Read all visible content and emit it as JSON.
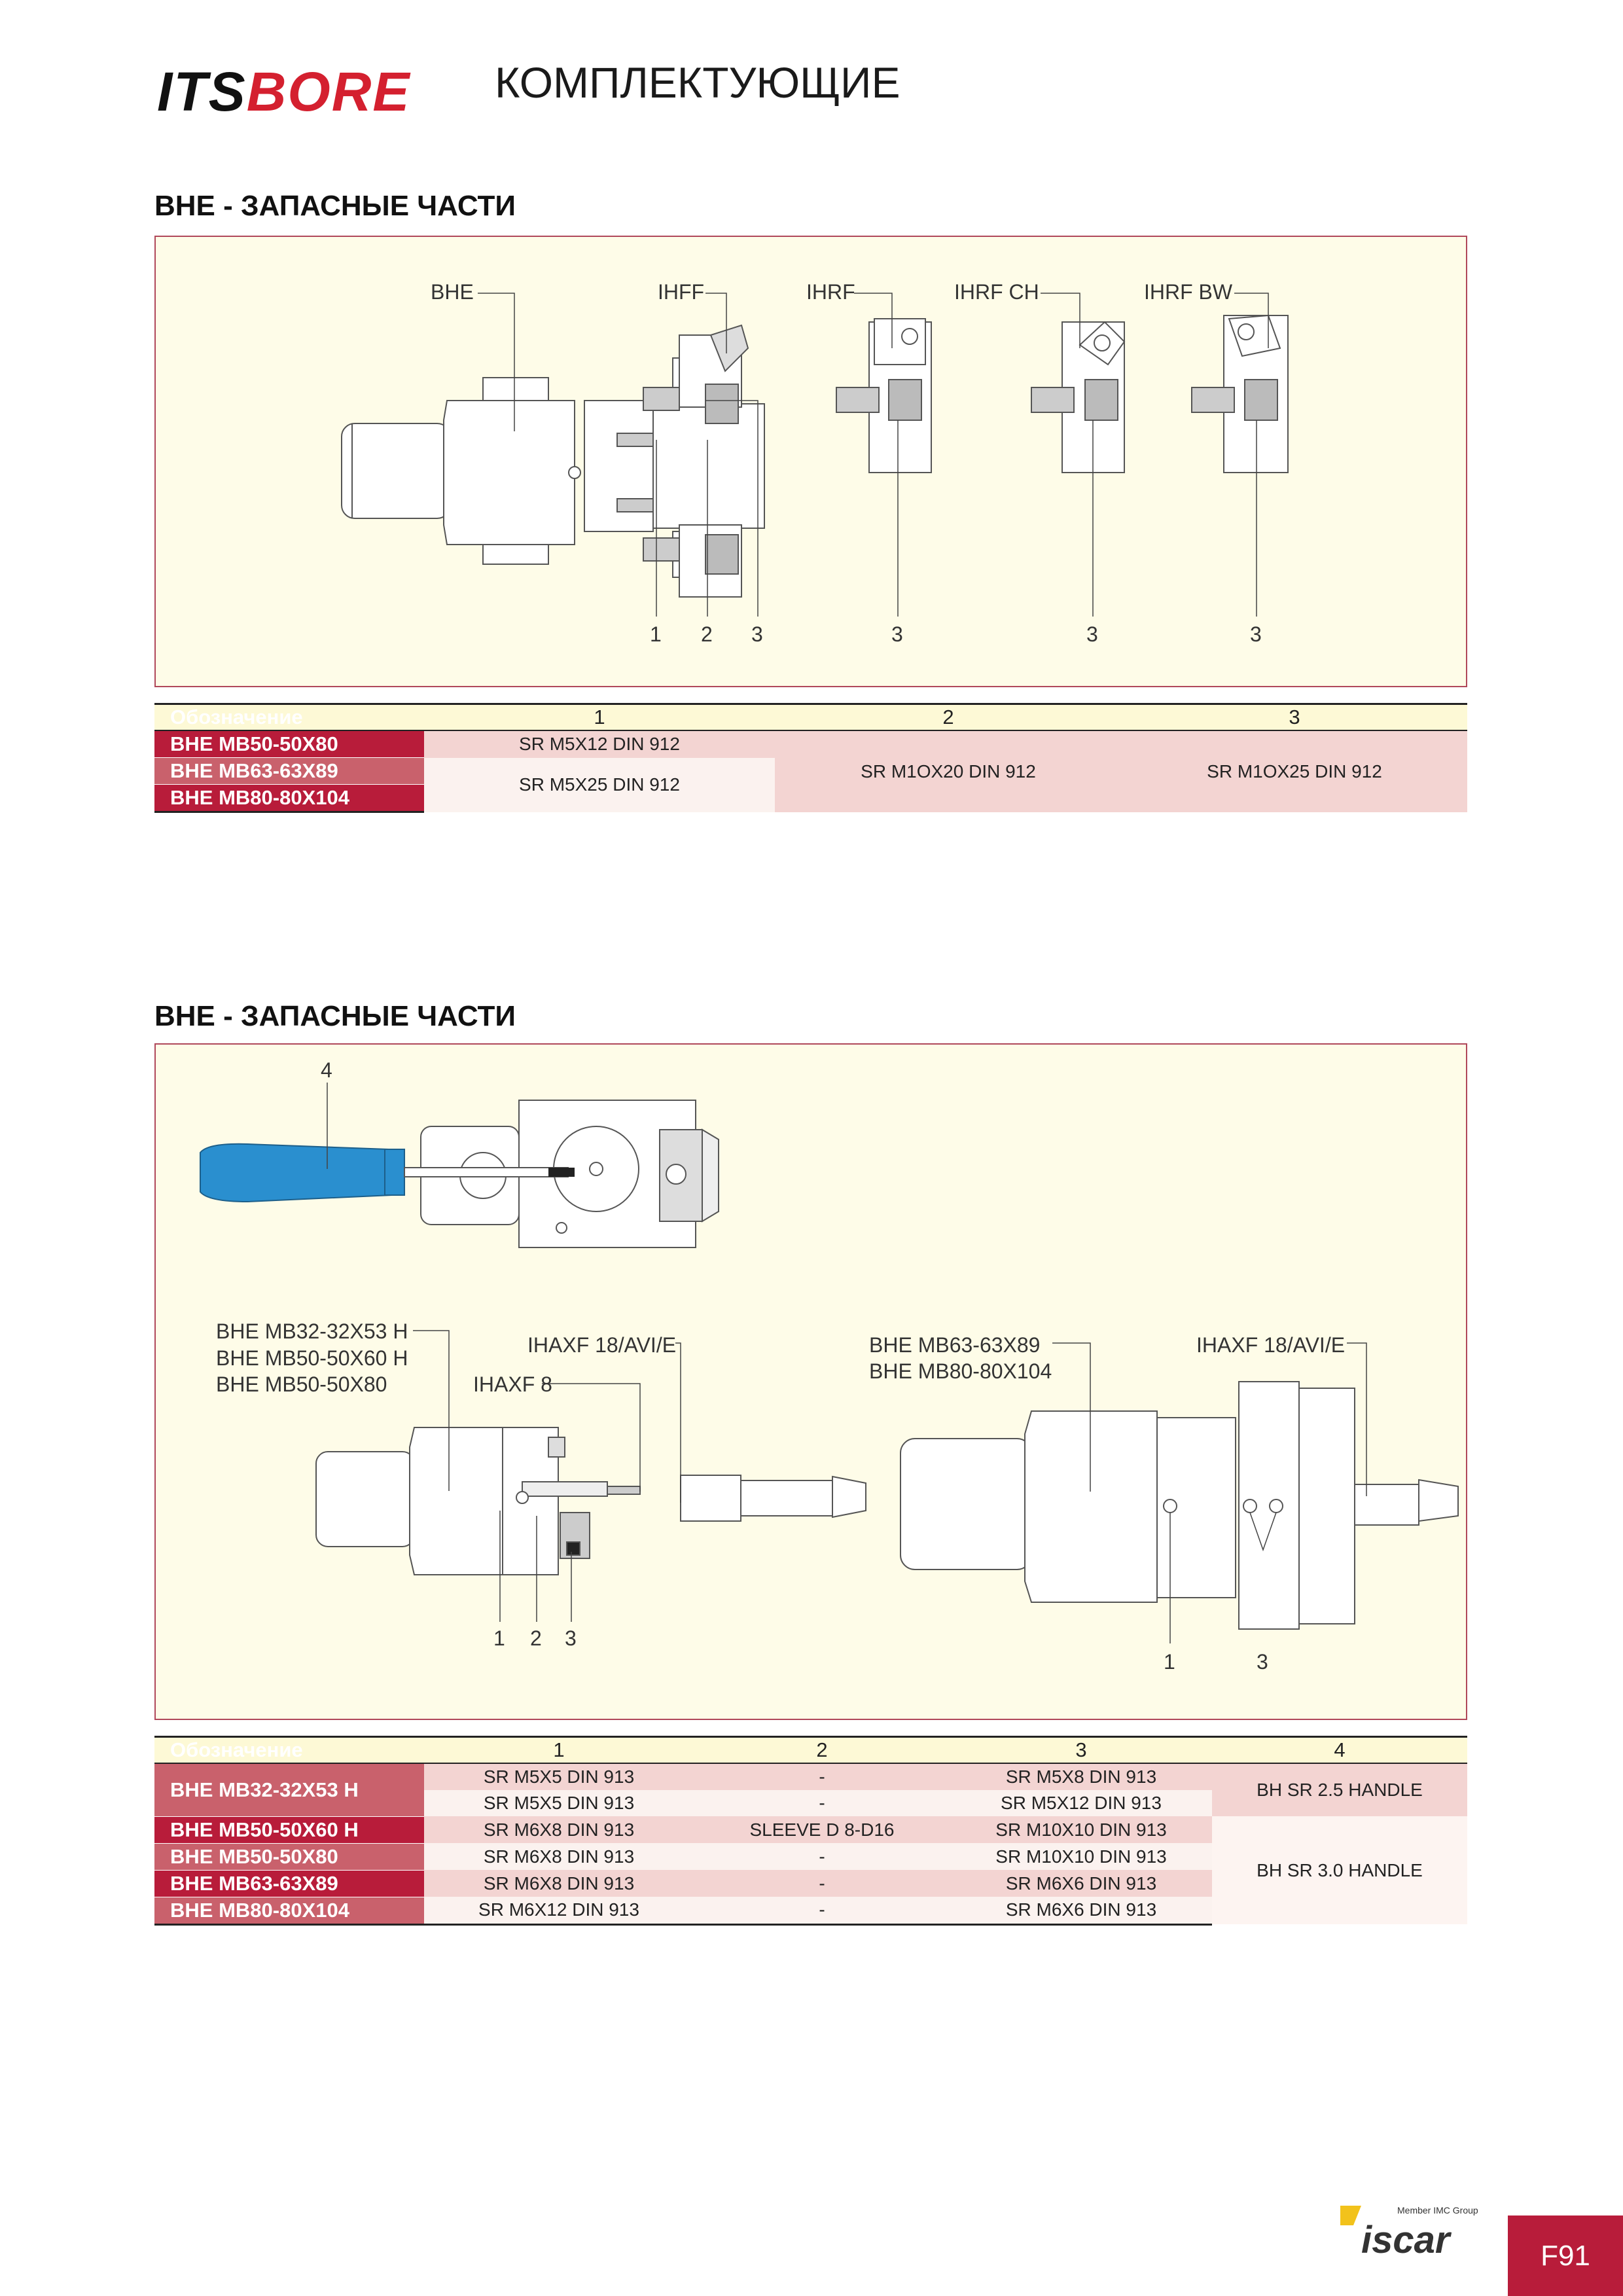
{
  "header": {
    "logo_its": "ITS",
    "logo_bore": "BORE",
    "title": "КОМПЛЕКТУЮЩИЕ"
  },
  "section1": {
    "title": "BHE - ЗАПАСНЫЕ ЧАСТИ",
    "labels": {
      "bhe": "BHE",
      "ihff": "IHFF",
      "ihrf": "IHRF",
      "ihrf_ch": "IHRF CH",
      "ihrf_bw": "IHRF BW",
      "n1": "1",
      "n2": "2",
      "n3": "3"
    },
    "table": {
      "head": [
        "Обозначение",
        "1",
        "2",
        "3"
      ],
      "rows": [
        {
          "name": "BHE MB50-50X80",
          "c1": "SR M5X12 DIN 912"
        },
        {
          "name": "BHE MB63-63X89",
          "c1": "SR M5X25 DIN 912",
          "c2": "SR M1OX20 DIN 912",
          "c3": "SR M1OX25 DIN 912"
        },
        {
          "name": "BHE MB80-80X104"
        }
      ]
    }
  },
  "section2": {
    "title": "BHE - ЗАПАСНЫЕ ЧАСТИ",
    "labels": {
      "n4": "4",
      "bhe_small_1": "BHE MB32-32X53 H",
      "bhe_small_2": "BHE MB50-50X60 H",
      "bhe_small_3": "BHE MB50-50X80",
      "ihaxf_a": "IHAXF 18/AVI/E",
      "ihaxf8": "IHAXF 8",
      "bhe_large_1": "BHE MB63-63X89",
      "bhe_large_2": "BHE MB80-80X104",
      "ihaxf_b": "IHAXF 18/AVI/E",
      "n1": "1",
      "n2": "2",
      "n3": "3"
    },
    "table": {
      "head": [
        "Обозначение",
        "1",
        "2",
        "3",
        "4"
      ],
      "rows": [
        {
          "name": "BHE MB32-32X53 H",
          "sub": [
            {
              "c1": "SR M5X5 DIN 913",
              "c2": "-",
              "c3": "SR M5X8 DIN 913"
            },
            {
              "c1": "SR M5X5 DIN 913",
              "c2": "-",
              "c3": "SR M5X12 DIN 913"
            }
          ],
          "c4": "BH SR 2.5 HANDLE"
        },
        {
          "name": "BHE MB50-50X60 H",
          "c1": "SR M6X8 DIN 913",
          "c2": "SLEEVE D 8-D16",
          "c3": "SR M10X10 DIN 913"
        },
        {
          "name": "BHE MB50-50X80",
          "c1": "SR M6X8 DIN 913",
          "c2": "-",
          "c3": "SR M10X10 DIN 913",
          "c4": "BH SR 3.0 HANDLE"
        },
        {
          "name": "BHE MB63-63X89",
          "c1": "SR M6X8 DIN 913",
          "c2": "-",
          "c3": "SR M6X6 DIN 913"
        },
        {
          "name": "BHE MB80-80X104",
          "c1": "SR M6X12 DIN 913",
          "c2": "-",
          "c3": "SR M6X6 DIN 913"
        }
      ]
    }
  },
  "footer": {
    "member": "Member IMC Group",
    "brand": "iscar",
    "page": "F91"
  },
  "colors": {
    "accent": "#b81c3a",
    "panel": "#fefce8",
    "handle": "#2a8fcf"
  }
}
